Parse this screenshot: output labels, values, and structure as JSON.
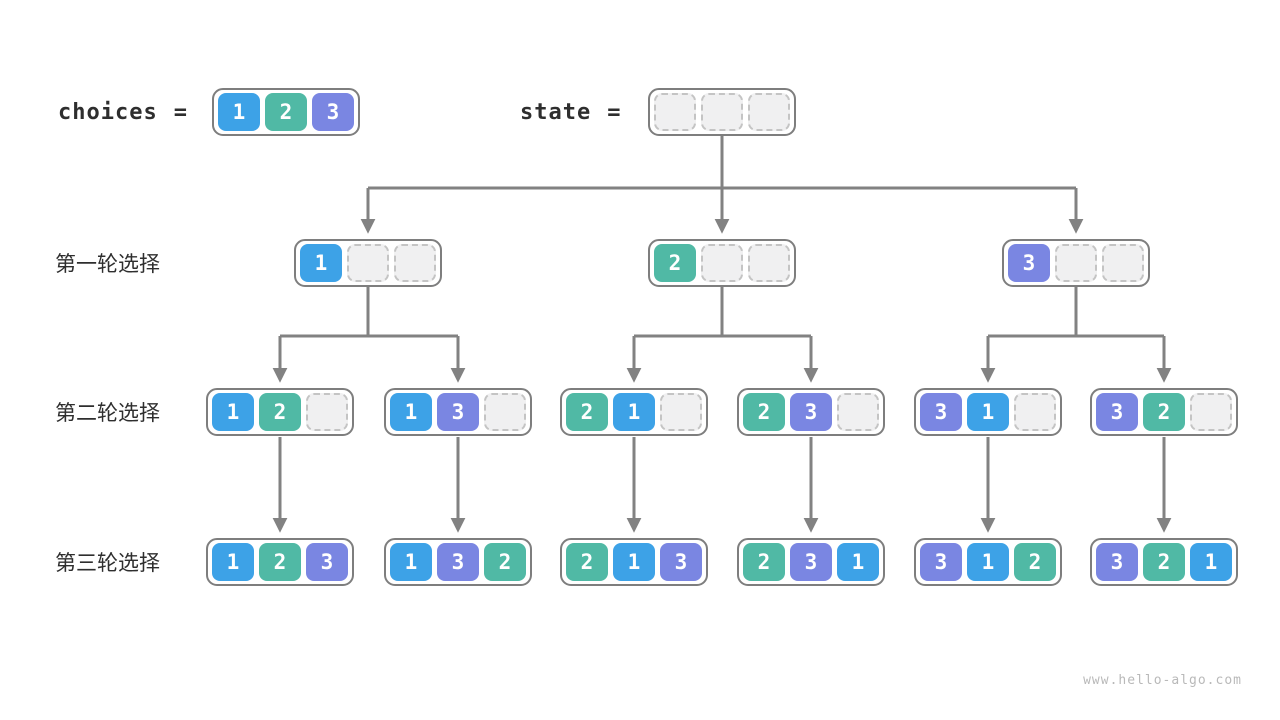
{
  "palette": {
    "choice1": "#3DA2E7",
    "choice2": "#50B9A5",
    "choice3": "#7A86E2",
    "arrow": "#828282",
    "container_border": "#7E7E7E",
    "empty_fill": "#F0F0F1",
    "empty_border": "#C4C4C4",
    "label_color": "#2E2E2E",
    "watermark_color": "#B9B9B9"
  },
  "header": {
    "choices_label": "choices",
    "state_label": "state",
    "equals": "=",
    "choices": [
      "1",
      "2",
      "3"
    ],
    "state": [
      "",
      "",
      ""
    ]
  },
  "rows": [
    {
      "label": "第一轮选择",
      "states": [
        [
          "1",
          "",
          ""
        ],
        [
          "2",
          "",
          ""
        ],
        [
          "3",
          "",
          ""
        ]
      ]
    },
    {
      "label": "第二轮选择",
      "states": [
        [
          "1",
          "2",
          ""
        ],
        [
          "1",
          "3",
          ""
        ],
        [
          "2",
          "1",
          ""
        ],
        [
          "2",
          "3",
          ""
        ],
        [
          "3",
          "1",
          ""
        ],
        [
          "3",
          "2",
          ""
        ]
      ]
    },
    {
      "label": "第三轮选择",
      "states": [
        [
          "1",
          "2",
          "3"
        ],
        [
          "1",
          "3",
          "2"
        ],
        [
          "2",
          "1",
          "3"
        ],
        [
          "2",
          "3",
          "1"
        ],
        [
          "3",
          "1",
          "2"
        ],
        [
          "3",
          "2",
          "1"
        ]
      ]
    }
  ],
  "watermark": "www.hello-algo.com"
}
